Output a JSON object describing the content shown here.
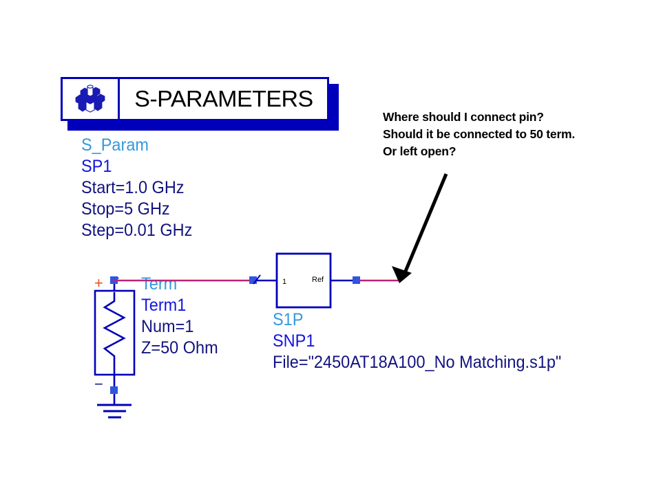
{
  "sparam_header": {
    "title": "S-PARAMETERS",
    "icon": "s-parameters-gear-icon",
    "border_color": "#0000bb",
    "shadow_color": "#0000bb"
  },
  "sparam_block": {
    "type_label": "S_Param",
    "instance_label": "SP1",
    "lines": [
      "Start=1.0 GHz",
      "Stop=5 GHz",
      "Step=0.01 GHz"
    ],
    "type_color": "#3399dd",
    "instance_color": "#1414e0",
    "param_color": "#121280"
  },
  "term_block": {
    "type_label": "Term",
    "instance_label": "Term1",
    "lines": [
      "Num=1",
      "Z=50 Ohm"
    ],
    "plus_label": "+",
    "minus_label": "−",
    "plus_color": "#e8541a"
  },
  "s1p_block": {
    "type_label": "S1P",
    "instance_label": "SNP1",
    "lines": [
      "File=\"2450AT18A100_No Matching.s1p\""
    ],
    "port_left_label": "1",
    "port_right_label": "Ref"
  },
  "annotation": {
    "lines": [
      "Where should I connect pin?",
      "Should it be connected to 50 term.",
      "Or left open?"
    ],
    "arrow": "annotation-arrow"
  },
  "colors": {
    "wire_magenta": "#bb2277",
    "wire_blue": "#0000bb",
    "pin_blue": "#3355dd",
    "background": "#ffffff"
  }
}
